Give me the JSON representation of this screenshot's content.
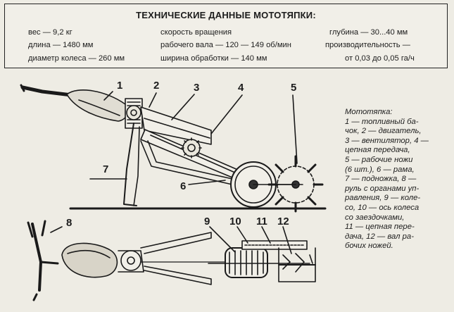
{
  "specs": {
    "title": "ТЕХНИЧЕСКИЕ ДАННЫЕ МОТОТЯПКИ:",
    "col1": [
      "вес — 9,2 кг",
      "длина — 1480 мм",
      "диаметр колеса — 260 мм"
    ],
    "col2": [
      "скорость вращения",
      "рабочего вала — 120 — 149 об/мин",
      "ширина обработки — 140 мм"
    ],
    "col3": [
      "глубина — 30...40 мм",
      "производительность —",
      "от 0,03 до 0,05 га/ч"
    ]
  },
  "part_numbers": [
    "1",
    "2",
    "3",
    "4",
    "5",
    "6",
    "7",
    "8",
    "9",
    "10",
    "11",
    "12"
  ],
  "caption_lines": [
    "Мототяпка:",
    "1 — топливный ба-",
    "чок, 2 — двигатель,",
    "3 — вентилятор, 4 —",
    "цепная передача,",
    "5 — рабочие ножи",
    "(6 шт.), 6 — рама,",
    "7 — подножка, 8 —",
    "руль с органами уп-",
    "равления, 9 — коле-",
    "со, 10 — ось колеса",
    "со заездочками,",
    "11 — цепная пере-",
    "дача, 12 — вал ра-",
    "бочих ножей."
  ]
}
